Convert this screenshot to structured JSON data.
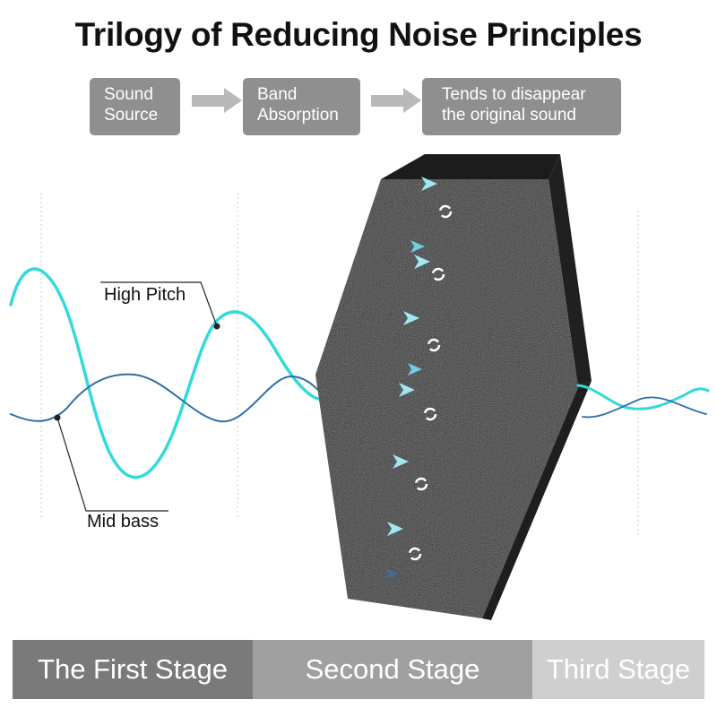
{
  "title": "Trilogy of Reducing Noise Principles",
  "flow": [
    {
      "lines": [
        "Sound",
        "Source"
      ]
    },
    {
      "lines": [
        "Band",
        "Absorption"
      ]
    },
    {
      "lines": [
        "Tends to disappear",
        "the original sound"
      ]
    }
  ],
  "labels": {
    "high_pitch": "High Pitch",
    "mid_bass": "Mid bass"
  },
  "stages": [
    {
      "label": "The First Stage",
      "color": "#7a7a7a"
    },
    {
      "label": "Second Stage",
      "color": "#a0a0a0"
    },
    {
      "label": "Third Stage",
      "color": "#cfcfcf"
    }
  ],
  "colors": {
    "high_pitch_wave": "#33dadb",
    "mid_bass_wave": "#2f6fa8",
    "panel": "#2b2b2b",
    "box": "#8f8f8f",
    "arrow": "#b9b9b9"
  },
  "icons": [
    "arrow-right-icon",
    "wind-arrow-icon",
    "swirl-icon"
  ]
}
